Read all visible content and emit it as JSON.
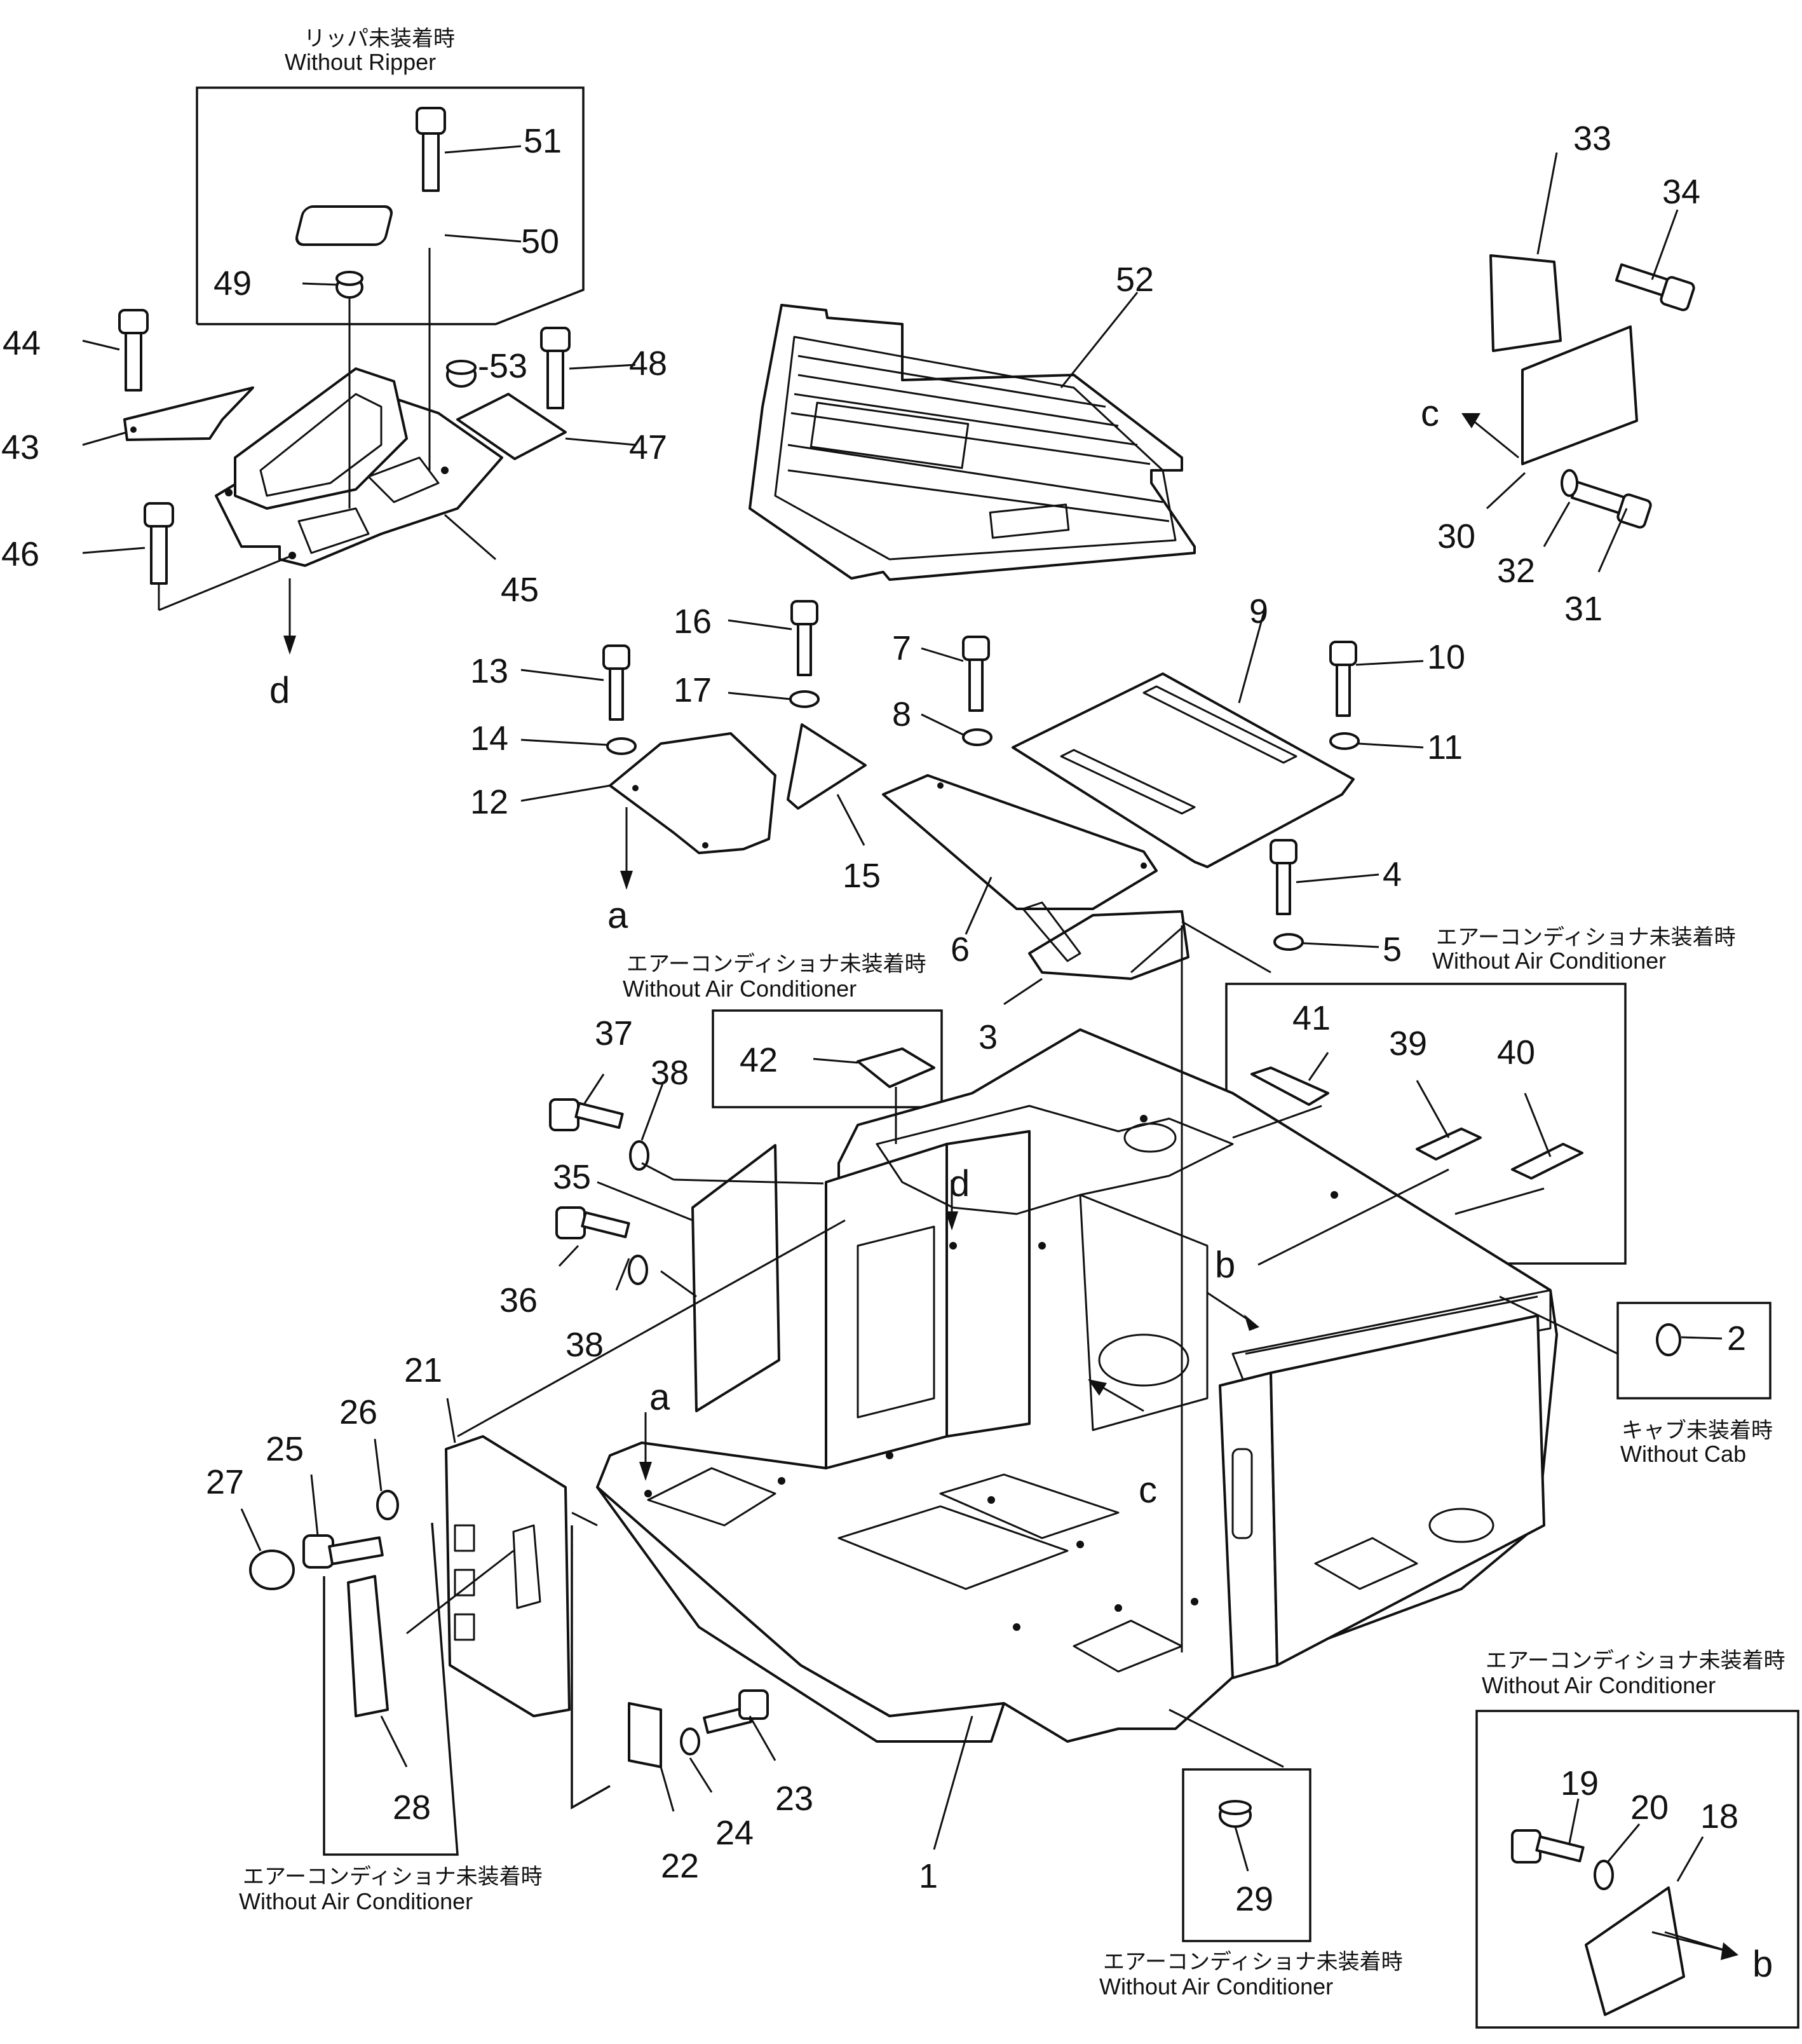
{
  "callouts": [
    {
      "id": "c1",
      "text": "1"
    },
    {
      "id": "c2",
      "text": "2"
    },
    {
      "id": "c3",
      "text": "3"
    },
    {
      "id": "c4",
      "text": "4"
    },
    {
      "id": "c5",
      "text": "5"
    },
    {
      "id": "c6",
      "text": "6"
    },
    {
      "id": "c7",
      "text": "7"
    },
    {
      "id": "c8",
      "text": "8"
    },
    {
      "id": "c9",
      "text": "9"
    },
    {
      "id": "c10",
      "text": "10"
    },
    {
      "id": "c11",
      "text": "11"
    },
    {
      "id": "c12",
      "text": "12"
    },
    {
      "id": "c13",
      "text": "13"
    },
    {
      "id": "c14",
      "text": "14"
    },
    {
      "id": "c15",
      "text": "15"
    },
    {
      "id": "c16",
      "text": "16"
    },
    {
      "id": "c17",
      "text": "17"
    },
    {
      "id": "c18",
      "text": "18"
    },
    {
      "id": "c19",
      "text": "19"
    },
    {
      "id": "c20",
      "text": "20"
    },
    {
      "id": "c21",
      "text": "21"
    },
    {
      "id": "c22",
      "text": "22"
    },
    {
      "id": "c23",
      "text": "23"
    },
    {
      "id": "c24",
      "text": "24"
    },
    {
      "id": "c25",
      "text": "25"
    },
    {
      "id": "c26",
      "text": "26"
    },
    {
      "id": "c27",
      "text": "27"
    },
    {
      "id": "c28",
      "text": "28"
    },
    {
      "id": "c29",
      "text": "29"
    },
    {
      "id": "c30",
      "text": "30"
    },
    {
      "id": "c31",
      "text": "31"
    },
    {
      "id": "c32",
      "text": "32"
    },
    {
      "id": "c33",
      "text": "33"
    },
    {
      "id": "c34",
      "text": "34"
    },
    {
      "id": "c35",
      "text": "35"
    },
    {
      "id": "c36",
      "text": "36"
    },
    {
      "id": "c37",
      "text": "37"
    },
    {
      "id": "c38a",
      "text": "38"
    },
    {
      "id": "c38b",
      "text": "38"
    },
    {
      "id": "c39",
      "text": "39"
    },
    {
      "id": "c40",
      "text": "40"
    },
    {
      "id": "c41",
      "text": "41"
    },
    {
      "id": "c42",
      "text": "42"
    },
    {
      "id": "c43",
      "text": "43"
    },
    {
      "id": "c44",
      "text": "44"
    },
    {
      "id": "c45",
      "text": "45"
    },
    {
      "id": "c46",
      "text": "46"
    },
    {
      "id": "c47",
      "text": "47"
    },
    {
      "id": "c48",
      "text": "48"
    },
    {
      "id": "c49",
      "text": "49"
    },
    {
      "id": "c50",
      "text": "50"
    },
    {
      "id": "c51",
      "text": "51"
    },
    {
      "id": "c52",
      "text": "52"
    },
    {
      "id": "c53",
      "text": "-53"
    }
  ],
  "reference_letters": [
    {
      "id": "ref-d-top",
      "text": "d"
    },
    {
      "id": "ref-a-top",
      "text": "a"
    },
    {
      "id": "ref-c-top",
      "text": "c"
    },
    {
      "id": "ref-d-mid",
      "text": "d"
    },
    {
      "id": "ref-a-mid",
      "text": "a"
    },
    {
      "id": "ref-b-mid",
      "text": "b"
    },
    {
      "id": "ref-c-mid",
      "text": "c"
    },
    {
      "id": "ref-b-bot",
      "text": "b"
    }
  ],
  "captions": [
    {
      "id": "without-ripper",
      "jp": "リッパ未装着時",
      "en": "Without  Ripper"
    },
    {
      "id": "without-ac-center",
      "jp": "エアーコンディショナ未装着時",
      "en": "Without  Air  Conditioner"
    },
    {
      "id": "without-ac-right",
      "jp": "エアーコンディショナ未装着時",
      "en": "Without  Air  Conditioner"
    },
    {
      "id": "without-cab",
      "jp": "キャブ未装着時",
      "en": "Without  Cab"
    },
    {
      "id": "without-ac-bottom-right",
      "jp": "エアーコンディショナ未装着時",
      "en": "Without  Air  Conditioner"
    },
    {
      "id": "without-ac-bottom-left",
      "jp": "エアーコンディショナ未装着時",
      "en": "Without  Air  Conditioner"
    },
    {
      "id": "without-ac-bottom-center",
      "jp": "エアーコンディショナ未装着時",
      "en": "Without  Air  Conditioner"
    }
  ]
}
